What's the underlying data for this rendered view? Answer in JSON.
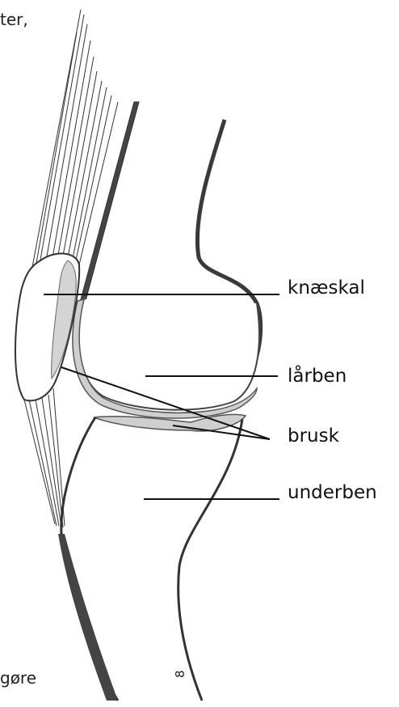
{
  "fragments": {
    "top_left": "ter,",
    "bottom_left": "gøre",
    "bottom_mark": "8"
  },
  "labels": {
    "kneecap": "knæskal",
    "femur": "lårben",
    "cartilage": "brusk",
    "tibia": "underben"
  },
  "colors": {
    "ink": "#111111",
    "cartilage_fill": "#cfcfcf",
    "bone_fill": "#ffffff"
  }
}
